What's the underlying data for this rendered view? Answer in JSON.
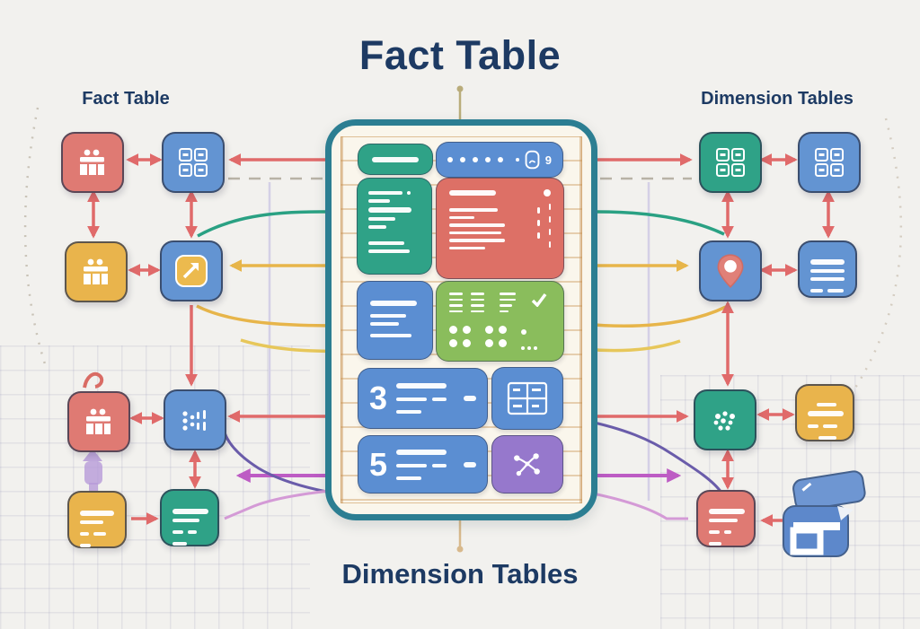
{
  "titles": {
    "main": "Fact Table",
    "left": "Fact Table",
    "right": "Dimension Tables",
    "bottom": "Dimension Tables"
  },
  "fact_table": {
    "header_key_count": "9",
    "measure_rows": [
      {
        "number": "3"
      },
      {
        "number": "5"
      }
    ],
    "blocks": [
      {
        "name": "header-name-block",
        "color": "#2fa287",
        "icon": "title-line"
      },
      {
        "name": "header-keys-block",
        "color": "#5b8ed2",
        "icon": "key-dots-and-badge"
      },
      {
        "name": "attribute-list-block",
        "color": "#2fa287",
        "icon": "text-lines"
      },
      {
        "name": "measures-detail-block",
        "color": "#dd7066",
        "icon": "text-lines-with-dotted-columns"
      },
      {
        "name": "field-list-block",
        "color": "#5b8ed2",
        "icon": "text-lines"
      },
      {
        "name": "values-block",
        "color": "#8abd5c",
        "icon": "dash-columns-dots-checkmark"
      },
      {
        "name": "measure-row-3",
        "color": "#5b8ed2",
        "icon": "number-with-lines"
      },
      {
        "name": "grid-cells-block",
        "color": "#5b8ed2",
        "icon": "grid-2x2-icon"
      },
      {
        "name": "measure-row-5",
        "color": "#5b8ed2",
        "icon": "number-with-lines"
      },
      {
        "name": "relations-block",
        "color": "#9678cc",
        "icon": "network-icon"
      }
    ]
  },
  "left_nodes": [
    {
      "name": "fact-node-1",
      "color": "#df7a73",
      "icon": "table-icon"
    },
    {
      "name": "fact-node-2",
      "color": "#6394d2",
      "icon": "grid-2x2-icon"
    },
    {
      "name": "fact-node-3",
      "color": "#e9b44c",
      "icon": "table-icon"
    },
    {
      "name": "fact-node-4",
      "color": "#6394d2",
      "icon": "trend-arrow-icon"
    },
    {
      "name": "fact-node-5",
      "color": "#df7a73",
      "icon": "table-icon"
    },
    {
      "name": "fact-node-6",
      "color": "#6394d2",
      "icon": "scatter-icon"
    },
    {
      "name": "fact-node-7",
      "color": "#e9b44c",
      "icon": "text-lines-icon"
    },
    {
      "name": "fact-node-8",
      "color": "#2fa287",
      "icon": "text-lines-icon"
    }
  ],
  "right_nodes": [
    {
      "name": "dim-node-1",
      "color": "#2fa287",
      "icon": "grid-2x2-icon"
    },
    {
      "name": "dim-node-2",
      "color": "#6394d2",
      "icon": "grid-2x2-icon"
    },
    {
      "name": "dim-node-3",
      "color": "#6394d2",
      "icon": "location-pin-icon"
    },
    {
      "name": "dim-node-4",
      "color": "#6394d2",
      "icon": "text-lines-icon"
    },
    {
      "name": "dim-node-5",
      "color": "#2fa287",
      "icon": "dots-icon"
    },
    {
      "name": "dim-node-6",
      "color": "#e9b44c",
      "icon": "text-lines-icon"
    },
    {
      "name": "dim-node-7",
      "color": "#df7a73",
      "icon": "text-lines-icon"
    },
    {
      "name": "dim-node-8",
      "color": "#6394d2",
      "icon": "stapler-shape"
    }
  ],
  "connector_colors": {
    "relation_red": "#e06a6a",
    "flow_yellow": "#e7b54a",
    "flow_green": "#2aa183",
    "flow_purple": "#6a5caa",
    "flow_magenta": "#bd5cc4",
    "flow_pink": "#d49ad6",
    "dashed_gray": "#b8b2a6",
    "frame_teal": "#2c7e92",
    "title_navy": "#1d3a63"
  }
}
